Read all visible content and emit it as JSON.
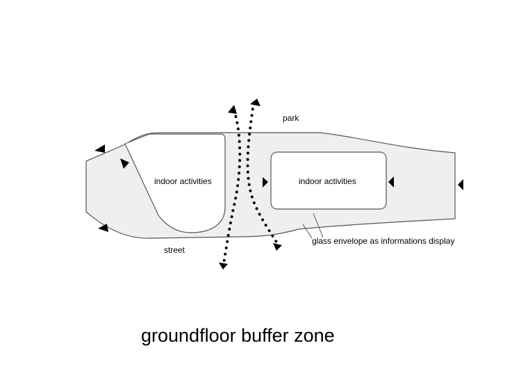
{
  "labels": {
    "park": "park",
    "street": "street",
    "indoor_left": "indoor activities",
    "indoor_right": "indoor activities",
    "glass_envelope": "glass envelope as informations display"
  },
  "title": "groundfloor buffer zone",
  "colors": {
    "fill": "#efefef",
    "stroke": "#555555",
    "ink": "#000000"
  }
}
